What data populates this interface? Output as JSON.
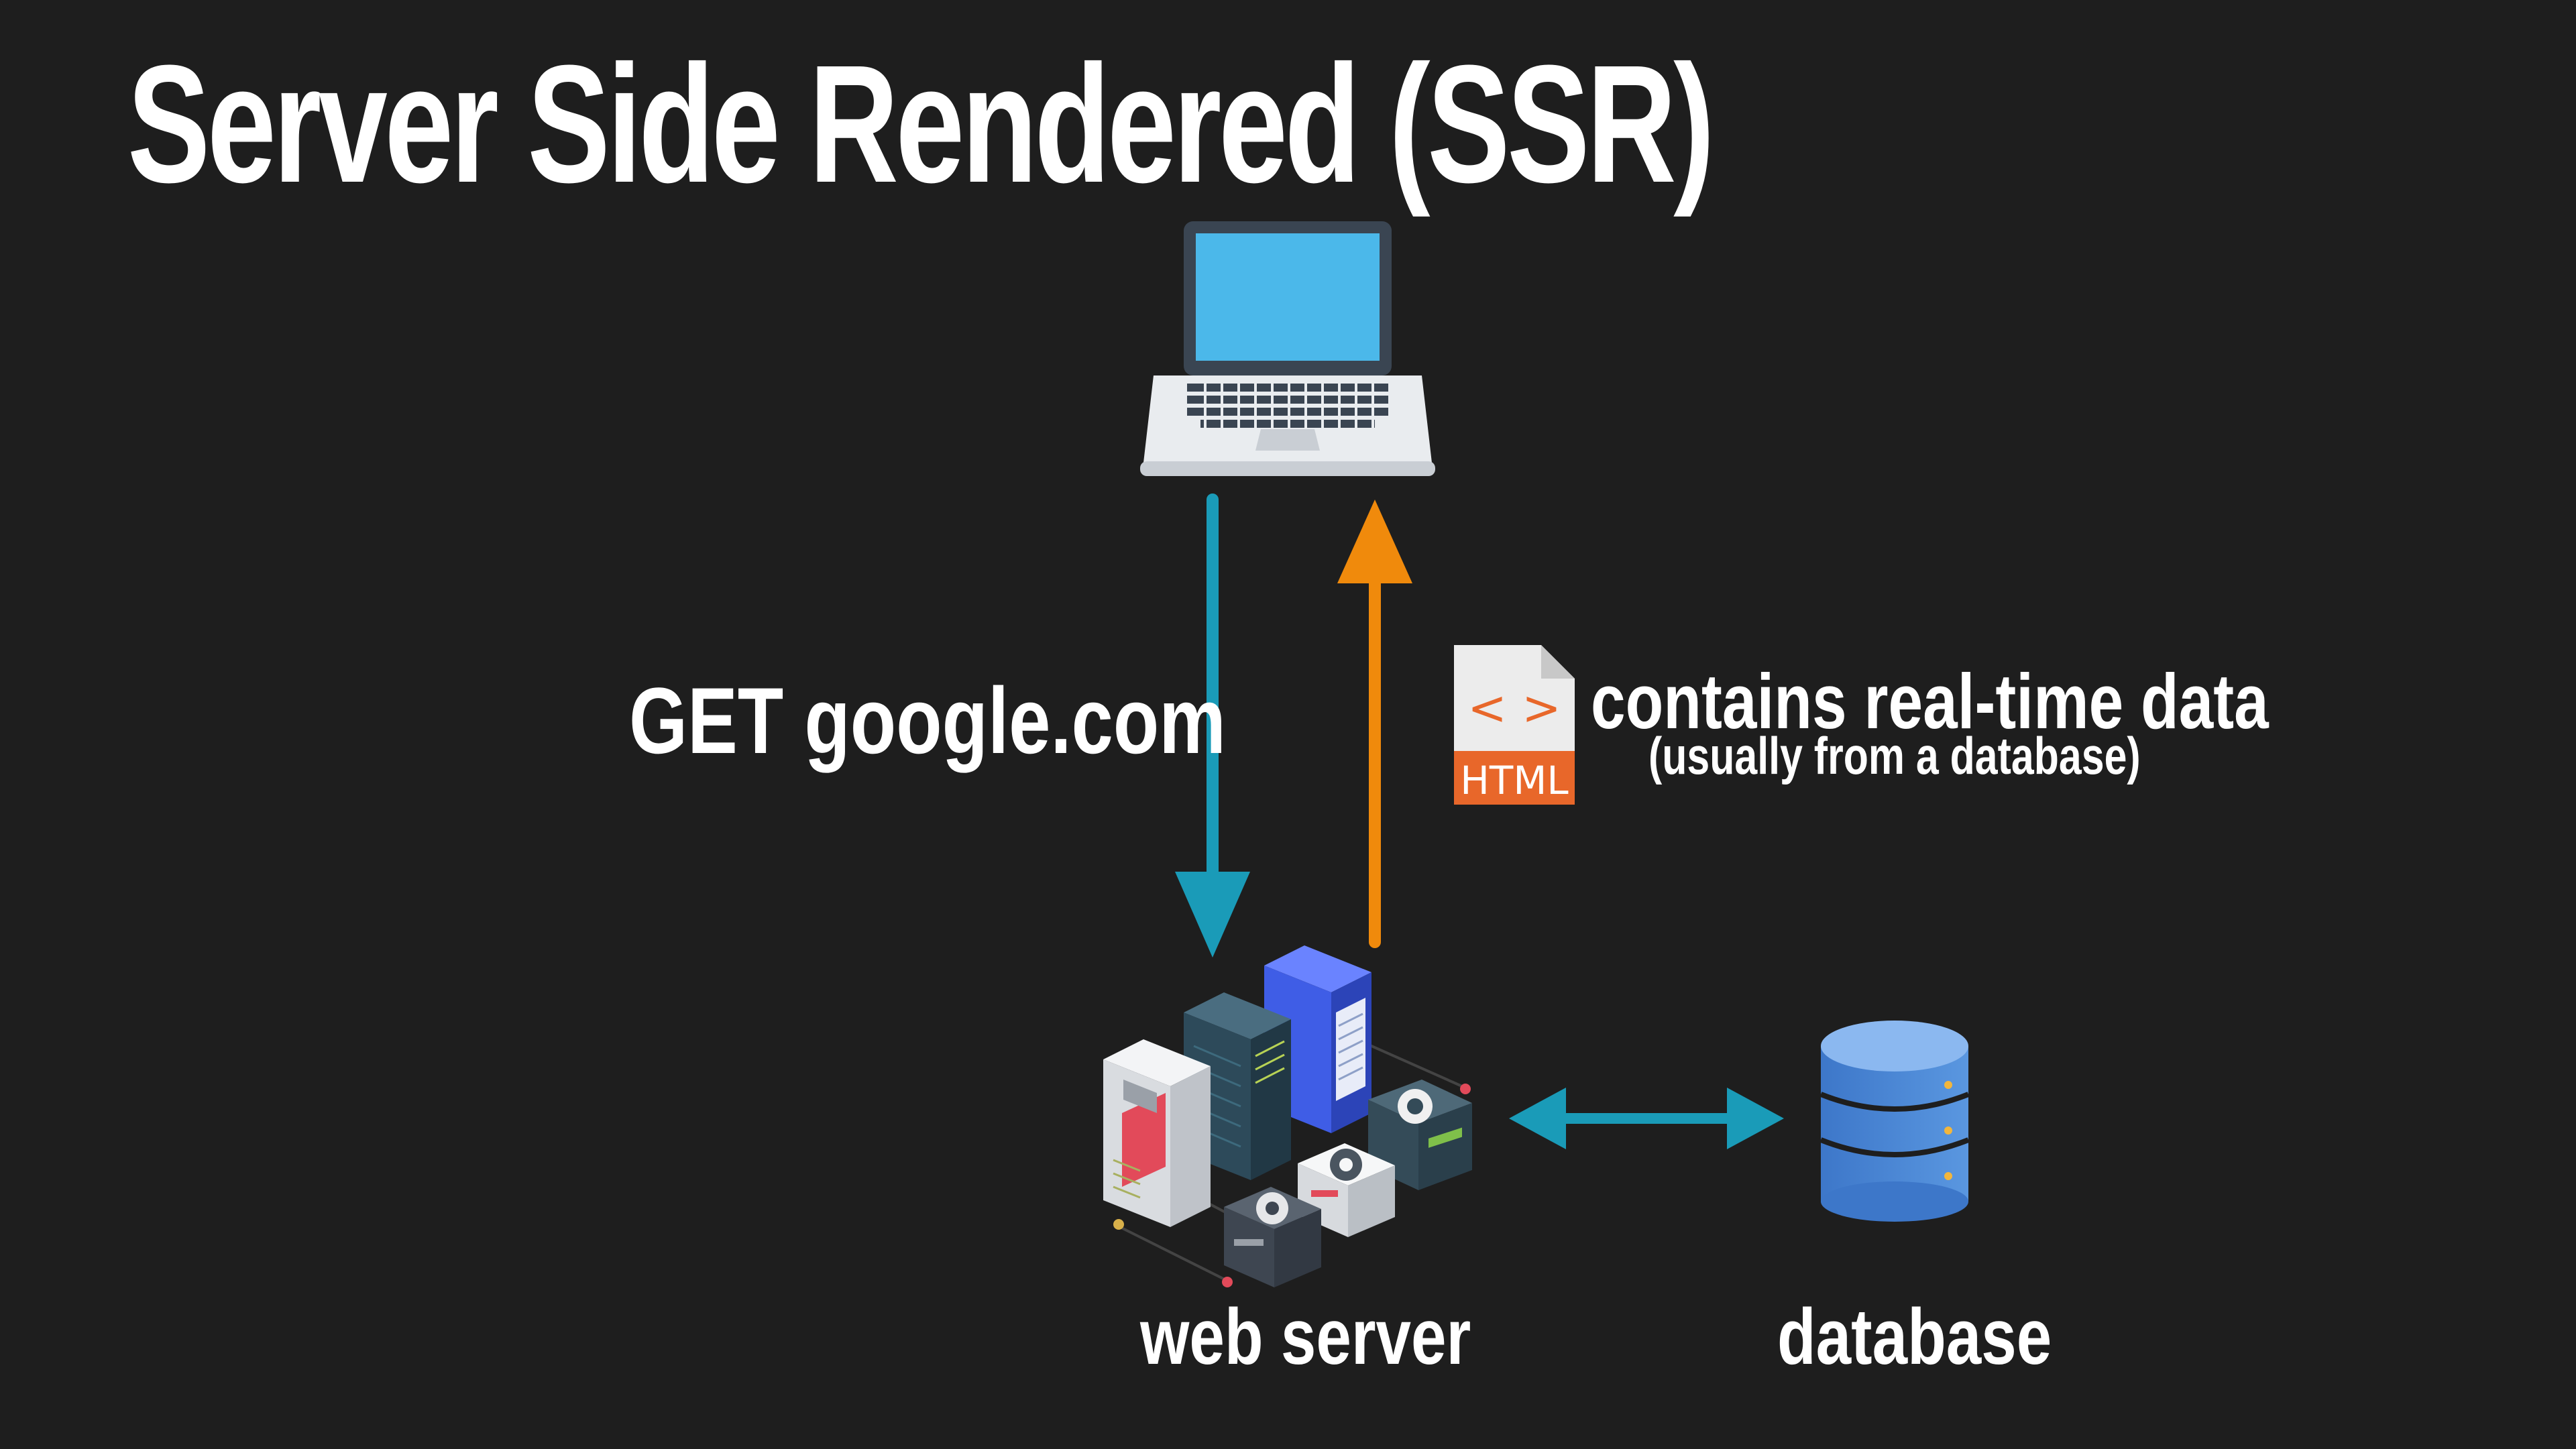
{
  "slide": {
    "title": "Server Side Rendered (SSR)",
    "request_label": "GET google.com",
    "response_label": "contains real-time data",
    "response_sublabel": "(usually from a database)",
    "html_file_badge": "HTML",
    "html_file_code": "< >",
    "web_server_label": "web server",
    "database_label": "database"
  },
  "colors": {
    "background": "#1e1e1e",
    "request_arrow": "#1a9bb8",
    "response_arrow": "#f08a0c",
    "db_arrow": "#1a9bb8",
    "html_badge": "#e8672a",
    "laptop_screen": "#4bb8ea",
    "database": "#4a86d6"
  },
  "icons": [
    "laptop-icon",
    "html-file-icon",
    "server-rack-icon",
    "database-icon"
  ]
}
